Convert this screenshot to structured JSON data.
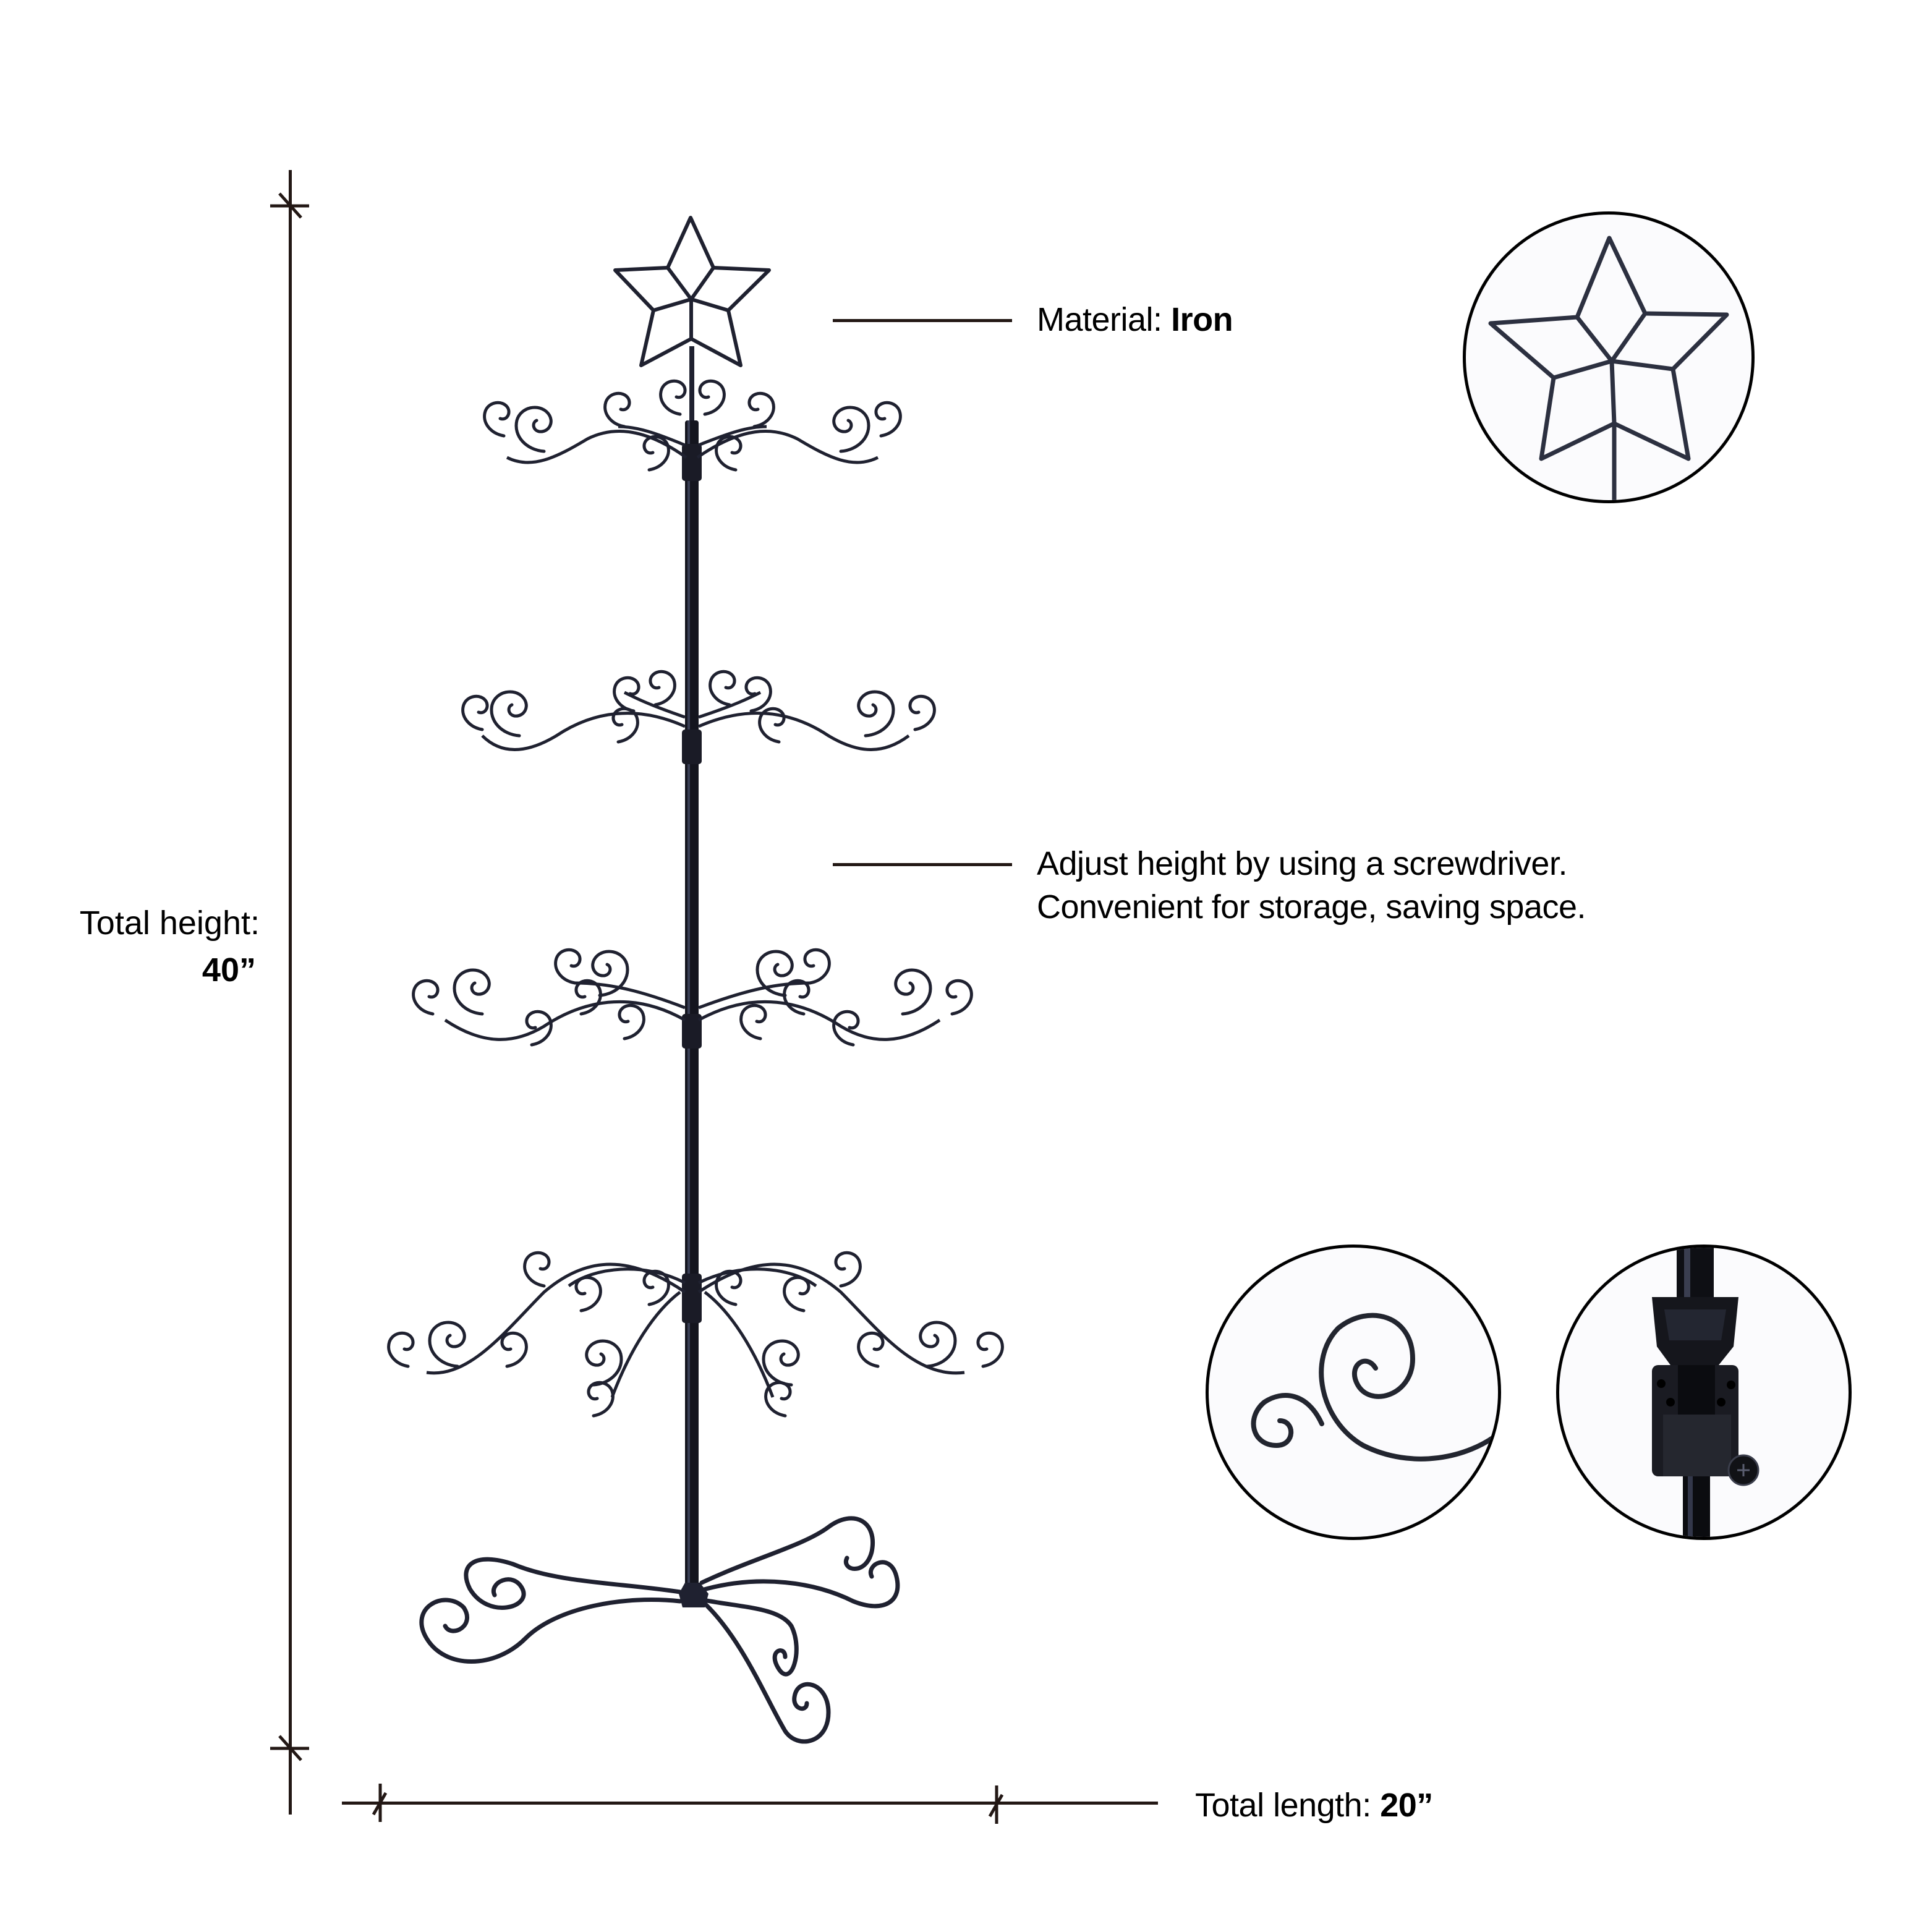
{
  "annotations": {
    "material": {
      "label": "Material: ",
      "value": "Iron"
    },
    "adjust": {
      "line1": "Adjust height by using a screwdriver.",
      "line2": "Convenient for storage, saving space."
    },
    "height": {
      "label": "Total height:",
      "value": "40”"
    },
    "length": {
      "label": "Total length: ",
      "value": "20”"
    }
  },
  "detail_views": [
    {
      "name": "star-topper-closeup"
    },
    {
      "name": "scroll-hook-closeup"
    },
    {
      "name": "pole-joint-screw-closeup"
    }
  ],
  "colors": {
    "line": "#231815",
    "metal": "#1f2130",
    "metal_highlight": "#4a5068",
    "background": "#ffffff"
  }
}
